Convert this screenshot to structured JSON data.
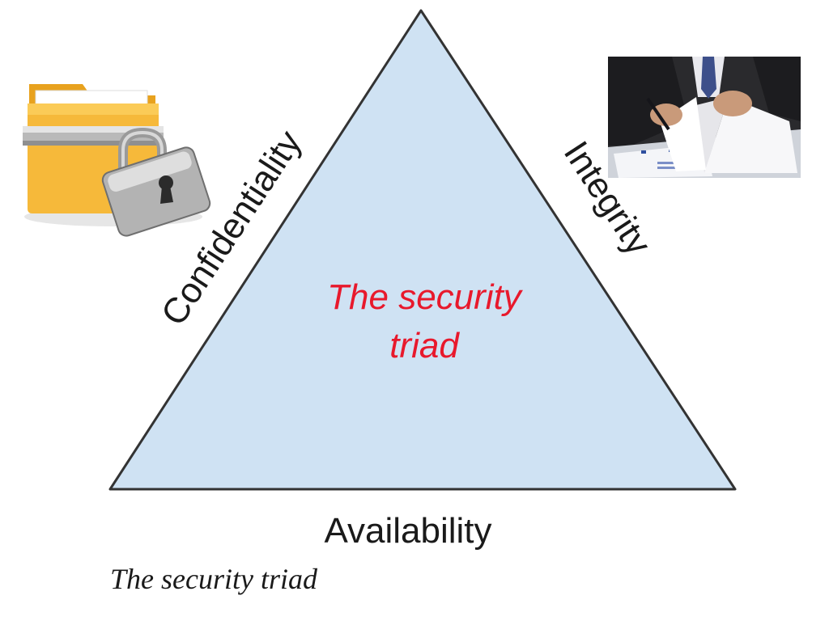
{
  "diagram": {
    "center_label_line1": "The security",
    "center_label_line2": "triad",
    "side_labels": {
      "left": "Confidentiality",
      "right": "Integrity",
      "bottom": "Availability"
    },
    "caption": "The security triad",
    "icons": {
      "left": "locked-folder-icon",
      "right": "document-review-photo"
    },
    "colors": {
      "triangle_fill": "#cfe2f3",
      "triangle_stroke": "#333333",
      "center_text": "#e8192c",
      "label_text": "#1a1a1a"
    }
  }
}
